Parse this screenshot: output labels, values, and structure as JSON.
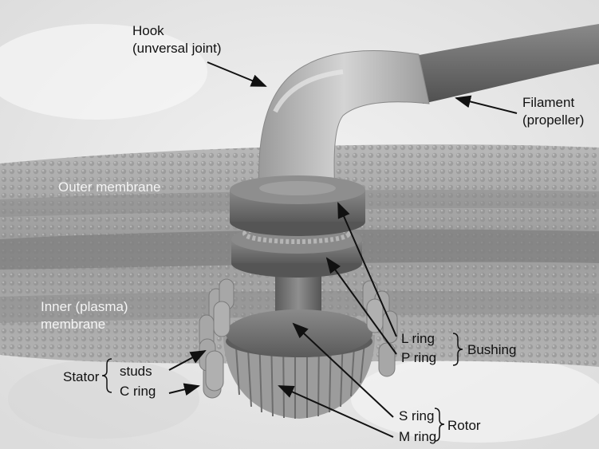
{
  "labels": {
    "hook": "Hook",
    "hook_sub": "(unversal joint)",
    "filament": "Filament",
    "filament_sub": "(propeller)",
    "outer_membrane": "Outer membrane",
    "inner_membrane_line1": "Inner (plasma)",
    "inner_membrane_line2": "membrane",
    "l_ring": "L ring",
    "p_ring": "P ring",
    "bushing": "Bushing",
    "stator": "Stator",
    "studs": "studs",
    "c_ring": "C ring",
    "s_ring": "S ring",
    "m_ring": "M ring",
    "rotor": "Rotor"
  },
  "colors": {
    "background": "#e6e6e6",
    "membrane": "#a9a9a9",
    "ring": "#6f6f6f",
    "hook": "#bdbdbd",
    "filament": "#6a6a6a",
    "arrow": "#111111"
  }
}
